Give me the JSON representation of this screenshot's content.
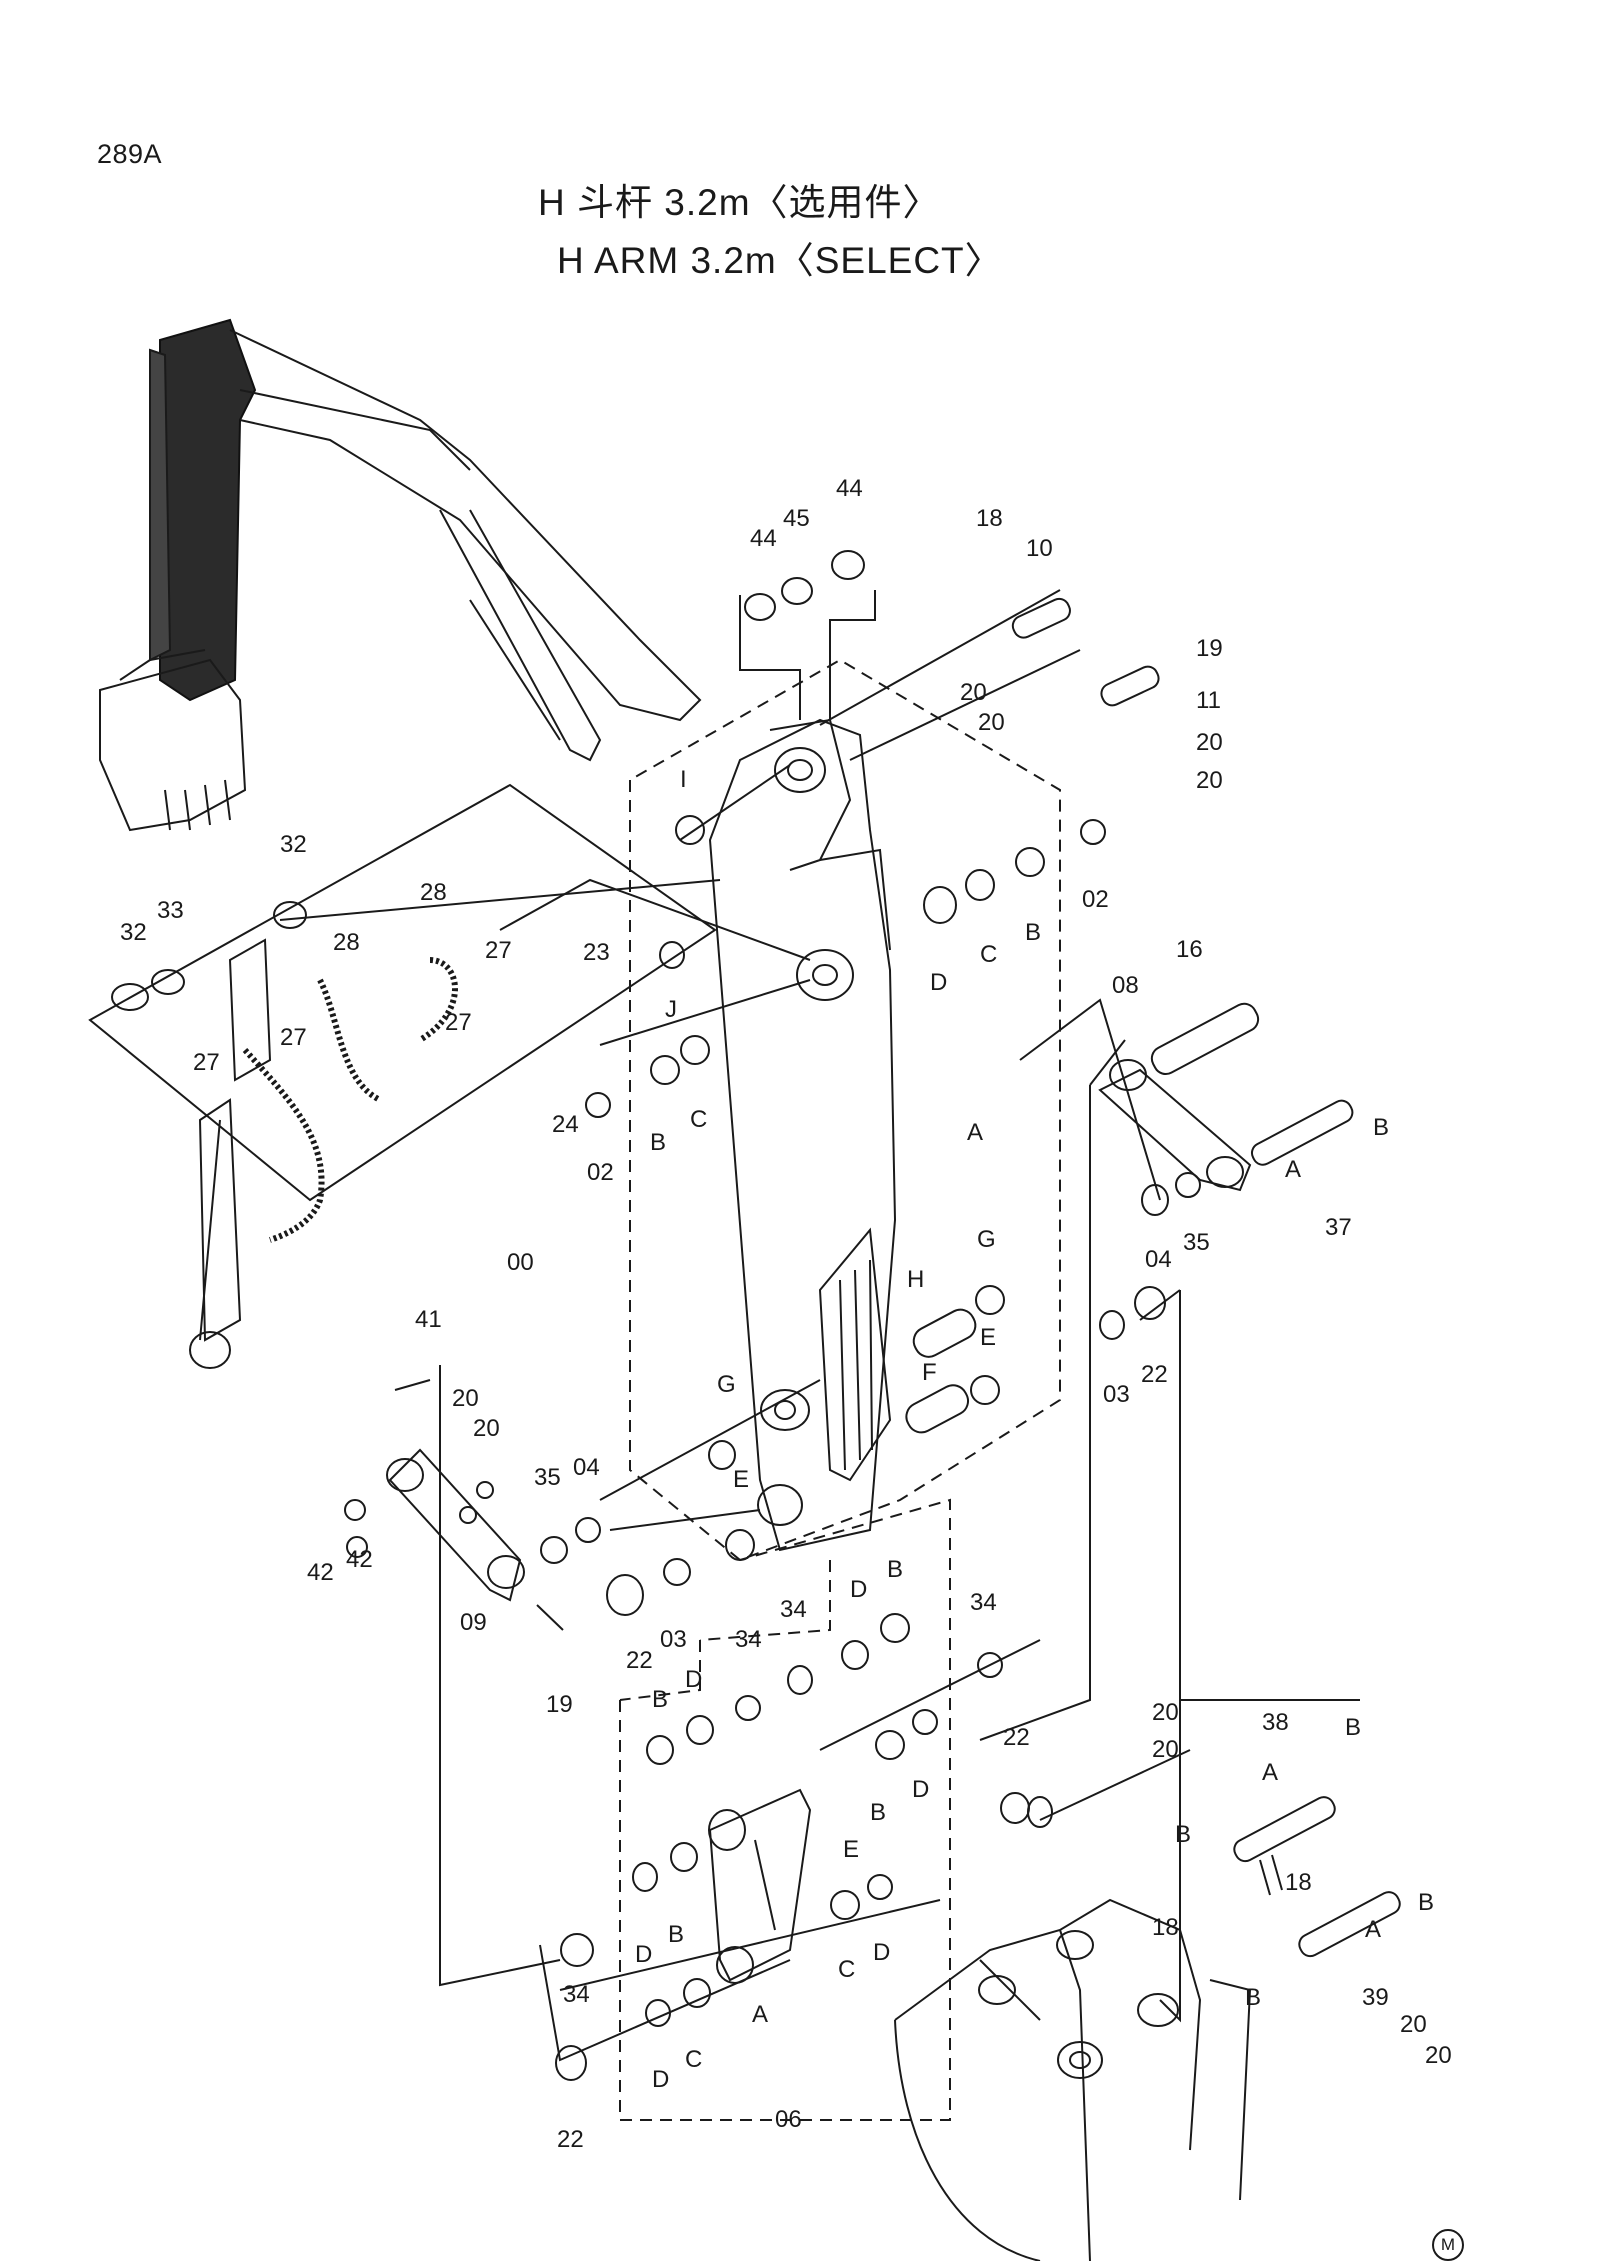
{
  "page_code": "289A",
  "title_cn": "H 斗杆 3.2m〈选用件〉",
  "title_en": "H  ARM 3.2m〈SELECT〉",
  "corner_mark": "M",
  "callouts": {
    "c44a": "44",
    "c45": "45",
    "c44b": "44",
    "c18a": "18",
    "c10": "10",
    "c19a": "19",
    "c11": "11",
    "c20a": "20",
    "c20b": "20",
    "c20c": "20",
    "c20d": "20",
    "cI": "I",
    "c02a": "02",
    "cB1": "B",
    "cC1": "C",
    "cD1": "D",
    "c32a": "32",
    "c32b": "32",
    "c33": "33",
    "c28a": "28",
    "c28b": "28",
    "c27a": "27",
    "c27b": "27",
    "c27c": "27",
    "c27d": "27",
    "c23": "23",
    "cJ": "J",
    "c24": "24",
    "c02b": "02",
    "cB2": "B",
    "cC2": "C",
    "cA1": "A",
    "c16": "16",
    "c08": "08",
    "cB3": "B",
    "cA2": "A",
    "c37": "37",
    "c00": "00",
    "c04a": "04",
    "c35a": "35",
    "cG1": "G",
    "cH": "H",
    "cF": "F",
    "cE1": "E",
    "c03a": "03",
    "c22a": "22",
    "cG2": "G",
    "c41": "41",
    "c20e": "20",
    "c20f": "20",
    "c35b": "35",
    "c04b": "04",
    "c42a": "42",
    "c42b": "42",
    "c09": "09",
    "c19b": "19",
    "cE2": "E",
    "c22b": "22",
    "c03b": "03",
    "c34a": "34",
    "c34b": "34",
    "cD2": "D",
    "cB4": "B",
    "c34c": "34",
    "cB5": "B",
    "cD3": "D",
    "cB6": "B",
    "cE3": "E",
    "cD4": "D",
    "c22c": "22",
    "c20g": "20",
    "c20h": "20",
    "c38": "38",
    "cA3": "A",
    "cB7": "B",
    "cB8": "B",
    "c18b": "18",
    "c18c": "18",
    "cD5": "D",
    "cB9": "B",
    "cC3": "C",
    "cD6": "D",
    "c34d": "34",
    "cA4": "A",
    "cB10": "B",
    "cA5": "A",
    "cB11": "B",
    "c39": "39",
    "c20i": "20",
    "c20j": "20",
    "cD7": "D",
    "cC4": "C",
    "c22d": "22",
    "c06": "06"
  }
}
